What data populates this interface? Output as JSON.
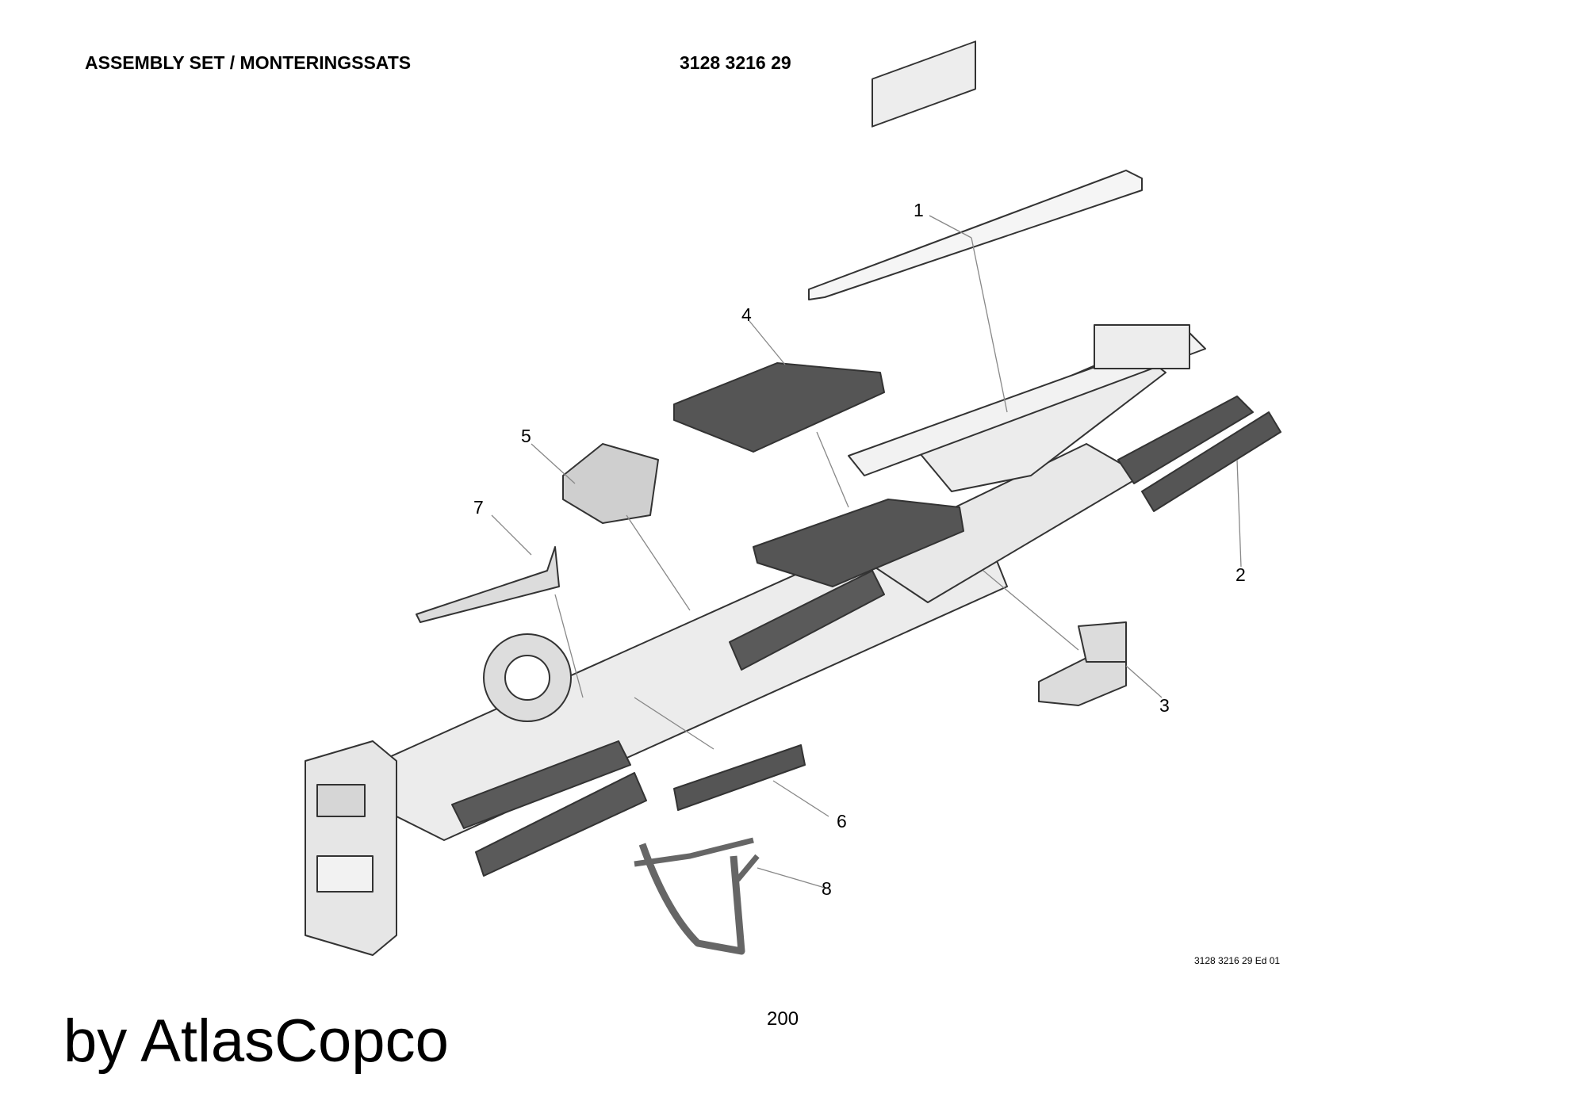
{
  "header": {
    "title": "ASSEMBLY SET / MONTERINGSSATS",
    "part_number": "3128 3216 29"
  },
  "callouts": [
    "1",
    "2",
    "3",
    "4",
    "5",
    "6",
    "7",
    "8"
  ],
  "footer": {
    "edition": "3128 3216 29 Ed 01",
    "page_number": "200",
    "brand": "by AtlasCopco"
  }
}
